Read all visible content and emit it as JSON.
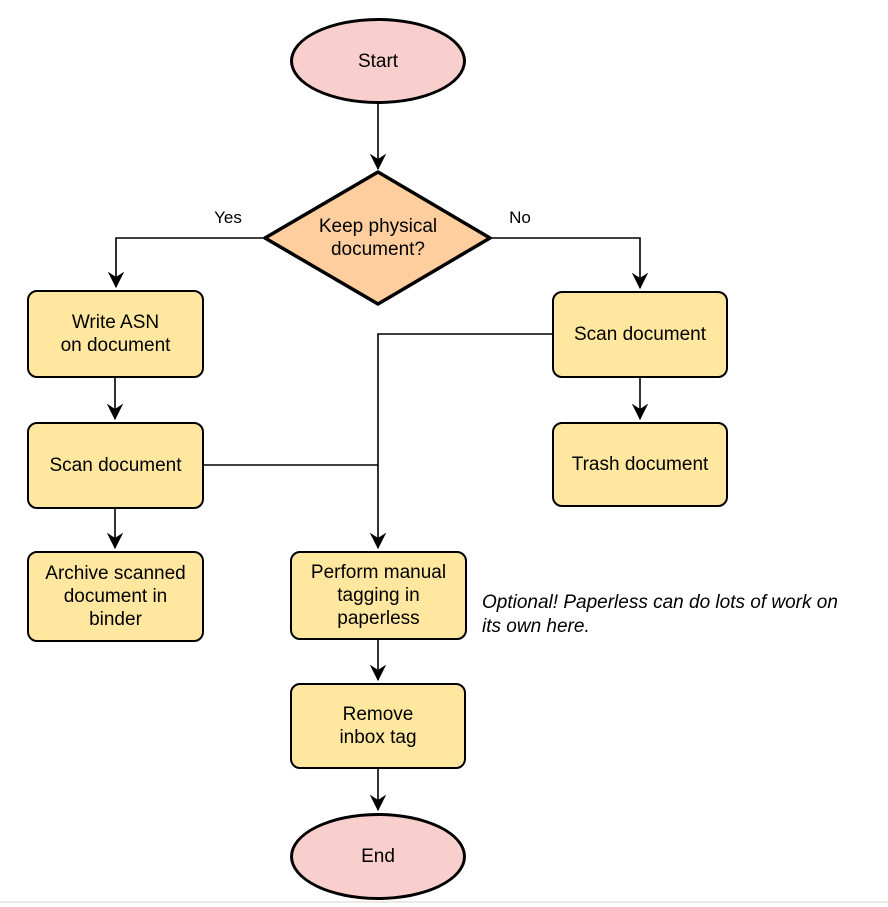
{
  "colors": {
    "terminal_fill": "#f9cfcd",
    "decision_fill": "#ffce9f",
    "process_fill": "#ffe79f",
    "stroke": "#000000"
  },
  "nodes": {
    "start": {
      "label": "Start",
      "type": "terminal"
    },
    "decision": {
      "label": "Keep physical\ndocument?",
      "type": "decision"
    },
    "write_asn": {
      "label": "Write ASN\non document",
      "type": "process"
    },
    "scan_left": {
      "label": "Scan document",
      "type": "process"
    },
    "archive": {
      "label": "Archive scanned\ndocument in\nbinder",
      "type": "process"
    },
    "scan_right": {
      "label": "Scan document",
      "type": "process"
    },
    "trash": {
      "label": "Trash document",
      "type": "process"
    },
    "tagging": {
      "label": "Perform manual\ntagging in\npaperless",
      "type": "process"
    },
    "remove_inbox": {
      "label": "Remove\ninbox tag",
      "type": "process"
    },
    "end": {
      "label": "End",
      "type": "terminal"
    }
  },
  "edge_labels": {
    "yes": "Yes",
    "no": "No"
  },
  "annotation": {
    "text": "Optional! Paperless can do lots of work on\nits own here."
  }
}
